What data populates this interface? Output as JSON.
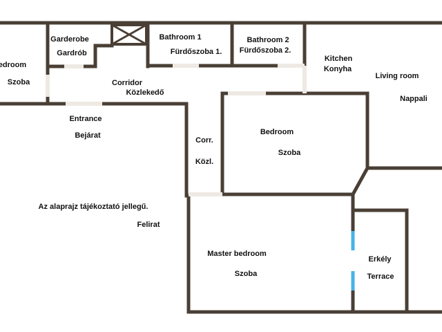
{
  "rooms": {
    "left_room": {
      "label_en": "Bedroom",
      "label_hu": "Szoba"
    },
    "wardrobe": {
      "label_en": "Garderobe",
      "label_hu": "Gardrób"
    },
    "bathroom1": {
      "label_en": "Bathroom 1",
      "label_hu": "Fürdőszoba 1."
    },
    "bathroom2": {
      "label_en": "Bathroom 2",
      "label_hu": "Fürdőszoba 2."
    },
    "kitchen": {
      "label_en": "Kitchen",
      "label_hu": "Konyha"
    },
    "living_room": {
      "label_en": "Living room",
      "label_hu": "Nappali"
    },
    "corridor": {
      "label_en": "Corridor",
      "label_hu": "Közlekedő"
    },
    "entrance": {
      "label_en": "Entrance",
      "label_hu": "Bejárat"
    },
    "corridor2": {
      "label_en": "Corr.",
      "label_hu": "Közl."
    },
    "bedroom": {
      "label_en": "Bedroom",
      "label_hu": "Szoba"
    },
    "master": {
      "label_en": "Master bedroom",
      "label_hu": "Szoba"
    },
    "terrace": {
      "label_hu": "Erkély",
      "label_en": "Terrace"
    }
  },
  "notes": {
    "disclaimer": "Az alaprajz tájékoztató jellegű.",
    "caption": "Felirat"
  },
  "colors": {
    "wall": "#4a3f35",
    "glass": "#47b3e8"
  }
}
